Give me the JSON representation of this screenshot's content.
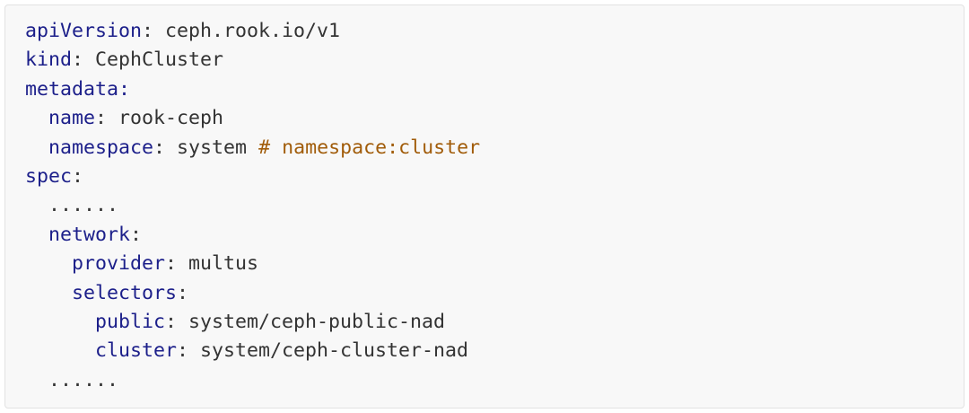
{
  "colors": {
    "key": "#1c1f8a",
    "value": "#333333",
    "comment": "#a15c0a",
    "background": "#f8f8f8"
  },
  "code": {
    "language": "yaml",
    "lines": [
      {
        "indent": "",
        "key": "apiVersion",
        "sep": ": ",
        "value": "ceph.rook.io/v1",
        "comment": ""
      },
      {
        "indent": "",
        "key": "kind",
        "sep": ": ",
        "value": "CephCluster",
        "comment": ""
      },
      {
        "indent": "",
        "key": "metadata",
        "sep": ":",
        "value": "",
        "comment": ""
      },
      {
        "indent": "  ",
        "key": "name",
        "sep": ": ",
        "value": "rook-ceph",
        "comment": ""
      },
      {
        "indent": "  ",
        "key": "namespace",
        "sep": ": ",
        "value": "system ",
        "comment": "# namespace:cluster"
      },
      {
        "indent": "",
        "key": "spec",
        "sep": ":",
        "value": "",
        "comment": ""
      },
      {
        "indent": "  ",
        "key": "",
        "sep": "",
        "value": "......",
        "comment": ""
      },
      {
        "indent": "  ",
        "key": "network",
        "sep": ":",
        "value": "",
        "comment": ""
      },
      {
        "indent": "    ",
        "key": "provider",
        "sep": ": ",
        "value": "multus",
        "comment": ""
      },
      {
        "indent": "    ",
        "key": "selectors",
        "sep": ":",
        "value": "",
        "comment": ""
      },
      {
        "indent": "      ",
        "key": "public",
        "sep": ": ",
        "value": "system/ceph-public-nad",
        "comment": ""
      },
      {
        "indent": "      ",
        "key": "cluster",
        "sep": ": ",
        "value": "system/ceph-cluster-nad",
        "comment": ""
      },
      {
        "indent": "  ",
        "key": "",
        "sep": "",
        "value": "......",
        "comment": ""
      }
    ]
  }
}
